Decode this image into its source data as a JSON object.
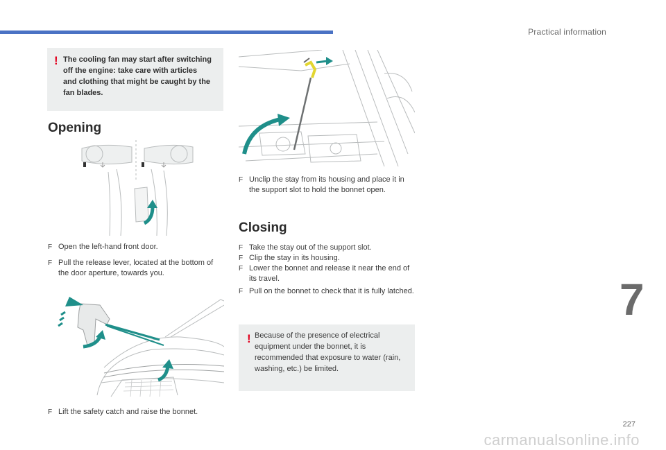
{
  "header": {
    "title": "Practical information",
    "chapter": "7",
    "page_number": "227"
  },
  "watermark": "carmanualsonline.info",
  "left": {
    "warning": "The cooling fan may start after switching off the engine: take care with articles and clothing that might be caught by the fan blades.",
    "heading": "Opening",
    "steps": [
      "Open the left-hand front door.",
      "Pull the release lever, located at the bottom of the door aperture, towards you.",
      "Lift the safety catch and raise the bonnet."
    ]
  },
  "right": {
    "step_unclip": "Unclip the stay from its housing and place it in the support slot to hold the bonnet open.",
    "heading": "Closing",
    "steps": [
      "Take the stay out of the support slot.",
      "Clip the stay in its housing.",
      "Lower the bonnet and release it near the end of its travel.",
      "Pull on the bonnet to check that it is fully latched."
    ],
    "warning": "Because of the presence of electrical equipment under the bonnet, it is recommended that exposure to water (rain, washing, etc.) be limited."
  },
  "symbols": {
    "bullet": "F",
    "warning_mark": "!"
  },
  "colors": {
    "accent_blue": "#4a72c4",
    "teal_arrow": "#1f8f8a",
    "warning_red": "#e1001e",
    "box_grey": "#eceeee"
  },
  "icons": [
    "warning-icon",
    "arrow-icon"
  ]
}
